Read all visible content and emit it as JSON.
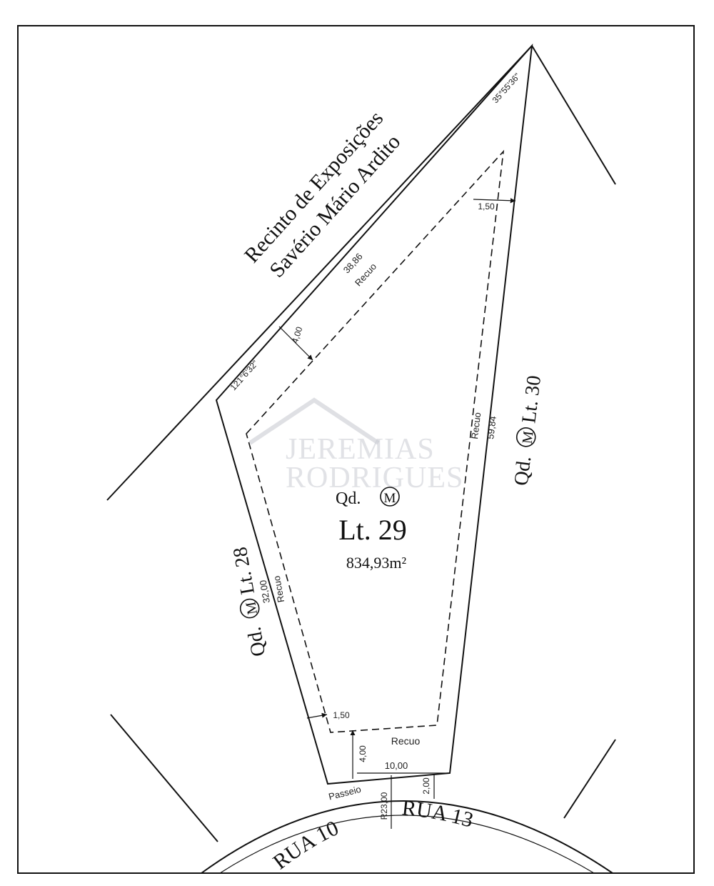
{
  "neighbor_top": {
    "line1": "Recinto de Exposições",
    "line2": "Savério Mário Ardito"
  },
  "neighbor_left": {
    "qd": "Qd.",
    "qd_letter": "M",
    "lt": "Lt. 28"
  },
  "neighbor_right": {
    "qd": "Qd.",
    "qd_letter": "M",
    "lt": "Lt. 30"
  },
  "lot": {
    "qd": "Qd.",
    "qd_letter": "M",
    "lt": "Lt. 29",
    "area": "834,93m²"
  },
  "dimensions": {
    "top_side": "38,86",
    "right_side": "59,84",
    "left_side": "32,00",
    "front": "10,00",
    "setback_top": "4,00",
    "setback_right": "1,50",
    "setback_left": "1,50",
    "setback_front": "4,00",
    "sidewalk": "2,00",
    "radius": "R23,00",
    "angle_top": "35°55'36\"",
    "angle_left": "121°6'32\""
  },
  "labels": {
    "recuo": "Recuo",
    "passeio": "Passeio"
  },
  "streets": {
    "left": "RUA 10",
    "right": "RUA 13"
  },
  "watermark": {
    "line1": "JEREMIAS",
    "line2": "RODRIGUES"
  }
}
